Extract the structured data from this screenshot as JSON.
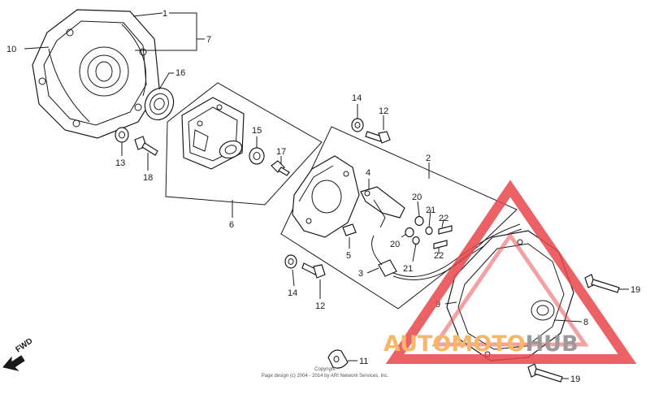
{
  "labels": {
    "p1": "1",
    "p2": "2",
    "p3": "3",
    "p4": "4",
    "p5": "5",
    "p6": "6",
    "p7": "7",
    "p8": "8",
    "p9": "9",
    "p10": "10",
    "p11": "11",
    "p12a": "12",
    "p12b": "12",
    "p13": "13",
    "p14a": "14",
    "p14b": "14",
    "p15": "15",
    "p16": "16",
    "p17": "17",
    "p18": "18",
    "p19a": "19",
    "p19b": "19",
    "p20a": "20",
    "p20b": "20",
    "p21a": "21",
    "p21b": "21",
    "p22a": "22",
    "p22b": "22"
  },
  "direction": "FWD",
  "watermark": {
    "part1": "AUTO",
    "part2": "MOTO",
    "part3": "HUB",
    "accent_color": "#f4b868",
    "triangle_color": "#e8474c",
    "text_gray": "#9a9a9a"
  },
  "copyright": {
    "line1": "Copyright",
    "line2": "Page design (c) 2004 - 2014 by ARI Network Services, Inc."
  }
}
